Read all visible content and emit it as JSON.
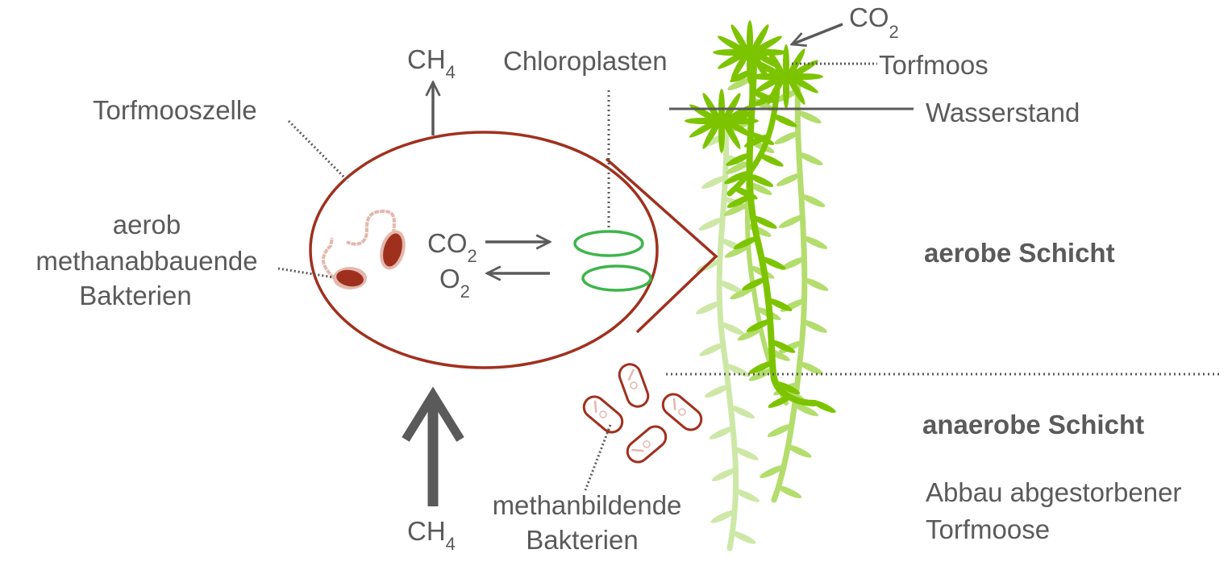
{
  "labels": {
    "ch4_top": "CH",
    "ch4_top_sub": "4",
    "chloroplasts": "Chloroplasten",
    "cell": "Torfmooszelle",
    "aerobic_bacteria": [
      "aerob",
      "methanabbauende",
      "Bakterien"
    ],
    "co2": "CO",
    "co2_sub": "2",
    "o2": "O",
    "o2_sub": "2",
    "ch4_bottom": "CH",
    "ch4_bottom_sub": "4",
    "methanogenic_bacteria": [
      "methanbildende",
      "Bakterien"
    ],
    "co2_plant": "CO",
    "co2_plant_sub": "2",
    "peat_moss": "Torfmoos",
    "water_level": "Wasserstand",
    "aerobic_layer": "aerobe Schicht",
    "anaerobic_layer": "anaerobe Schicht",
    "decomposition": [
      "Abbau abgestorbener",
      "Torfmoose"
    ]
  },
  "colors": {
    "text": "#5a5a5a",
    "cell_outline": "#a0301e",
    "bacteria_fill": "#a0301e",
    "bacteria_halo": "#e3b8ae",
    "chloroplast": "#3db54a",
    "moss_dark": "#7dc400",
    "moss_light": "#b3dd6c",
    "moss_pale": "#cde8a6"
  }
}
